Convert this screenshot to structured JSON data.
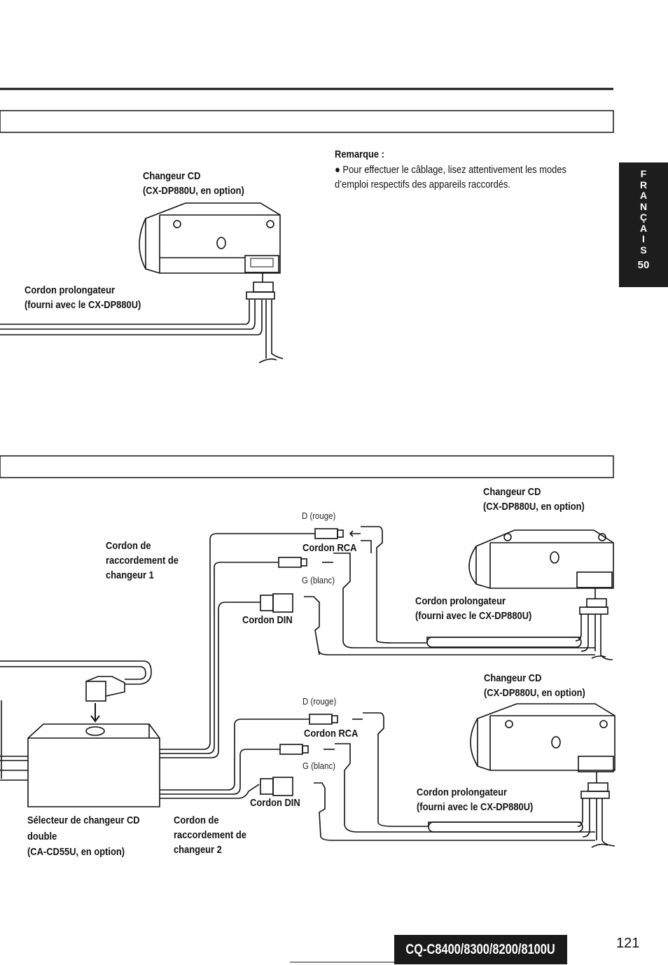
{
  "note": {
    "title": "Remarque :",
    "bullet": "●",
    "text": "Pour effectuer le câblage, lisez attentivement les modes d’emploi respectifs des appareils raccordés."
  },
  "side_tab": {
    "letters": [
      "F",
      "R",
      "A",
      "N",
      "Ç",
      "A",
      "I",
      "S"
    ],
    "page": "50"
  },
  "section1": {
    "changer_label": [
      "Changeur CD",
      "(CX-DP880U, en option)"
    ],
    "cord_label": [
      "Cordon prolongateur",
      "(fourni avec le CX-DP880U)"
    ]
  },
  "section2": {
    "changer1_label": [
      "Changeur CD",
      "(CX-DP880U, en option)"
    ],
    "changer2_label": [
      "Changeur CD",
      "(CX-DP880U, en option)"
    ],
    "connection_cord1": [
      "Cordon de",
      "raccordement de",
      "changeur 1"
    ],
    "connection_cord2": [
      "Cordon de",
      "raccordement de",
      "changeur 2"
    ],
    "d_rouge_1": "D (rouge)",
    "g_blanc_1": "G (blanc)",
    "d_rouge_2": "D (rouge)",
    "g_blanc_2": "G (blanc)",
    "rca_cord_1": "Cordon RCA",
    "rca_cord_2": "Cordon RCA",
    "din_cord_1": "Cordon DIN",
    "din_cord_2": "Cordon DIN",
    "ext_cord_1": [
      "Cordon prolongateur",
      "(fourni avec le CX-DP880U)"
    ],
    "ext_cord_2": [
      "Cordon prolongateur",
      "(fourni avec le CX-DP880U)"
    ],
    "selector_label": [
      "Sélecteur de changeur CD",
      "double",
      "(CA-CD55U, en option)"
    ]
  },
  "footer": {
    "model": "CQ-C8400/8300/8200/8100U",
    "page_number": "121"
  }
}
